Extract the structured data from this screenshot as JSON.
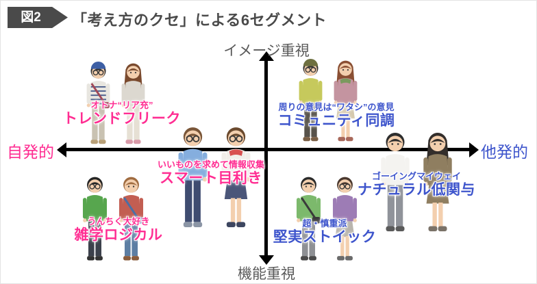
{
  "header": {
    "badge": "図2",
    "title": "「考え方のクセ」による6セグメント"
  },
  "axes": {
    "top": "イメージ重視",
    "bottom": "機能重視",
    "left": "自発的",
    "right": "他発的"
  },
  "colors": {
    "pink": "#ff2d92",
    "blue": "#3e55cc",
    "axis_text": "#595959",
    "badge_bg": "#4a4a4a",
    "axis_line": "#000000"
  },
  "segments": [
    {
      "id": "trend-freak",
      "tagline": "オトナ“リア充”",
      "name": "トレンドフリーク",
      "color": "pink",
      "people": [
        {
          "hat": "#3d5fa5",
          "hair": "#333333",
          "glasses": true,
          "top": "#e8e6e0",
          "stripes": "#4a5d8c",
          "bag": "#a04858",
          "bottom": "#c9c2b2",
          "shoes": "#b8a078"
        },
        {
          "hair": "#7a4a2e",
          "long_hair": true,
          "top": "#dcd8d0",
          "bottom": "#e6e0d4",
          "shoes": "#d89aa8"
        }
      ]
    },
    {
      "id": "community",
      "tagline": "周りの意見は“ワタシ”の意見",
      "name": "コミュニティ同調",
      "color": "blue",
      "people": [
        {
          "hat": "#6e7040",
          "hair": "#333333",
          "glasses": true,
          "top": "#c6c95c",
          "bottom": "#57524a",
          "shoes": "#7a5f45"
        },
        {
          "hair": "#8a4f33",
          "long_hair": true,
          "scarf": "#7a9a5e",
          "top": "#c494a0",
          "skirt": true,
          "bottom": "#d6c9ae",
          "shoes": "#a8685a"
        }
      ]
    },
    {
      "id": "smart",
      "tagline": "いいものを求めて情報収集",
      "name": "スマート目利き",
      "color": "pink",
      "people": [
        {
          "hair": "#7a5638",
          "glasses": true,
          "top": "#85aede",
          "bottom": "#3f4c70",
          "shoes": "#8b95a5"
        },
        {
          "hair": "#6b4a2e",
          "glasses": true,
          "scarf": "#d85050",
          "top": "#f1eee9",
          "skirt": true,
          "bottom": "#4b5679",
          "shoes": "#3d4660"
        }
      ]
    },
    {
      "id": "natural",
      "tagline": "ゴーイングマイウェイ",
      "name": "ナチュラル低関与",
      "color": "blue",
      "people": [
        {
          "hair": "#2d2d2d",
          "top": "#f4f3f0",
          "bottom": "#90939a",
          "shoes": "#5a5a5a"
        },
        {
          "hair": "#332e2b",
          "long_hair": true,
          "top": "#8f7e60",
          "skirt": true,
          "bottom": "#8f7e60",
          "shoes": "#7a7268"
        }
      ]
    },
    {
      "id": "logical",
      "tagline": "うんちく大好き",
      "name": "雑学ロジカル",
      "color": "pink",
      "people": [
        {
          "hair": "#252525",
          "glasses": true,
          "top": "#57a64e",
          "bottom": "#3c414c",
          "shoes": "#333333"
        },
        {
          "hair": "#a06c40",
          "top": "#c25e52",
          "bag": "#4a6fa5",
          "bottom": "#5d7ea3",
          "shoes": "#8a5c3c"
        }
      ]
    },
    {
      "id": "stoic",
      "tagline": "超・慎重派",
      "name": "堅実ストイック",
      "color": "blue",
      "people": [
        {
          "hair": "#2b2b2b",
          "top": "#7cb96c",
          "bag": "#3a3a3a",
          "bottom": "#8e9094",
          "shoes": "#4a4a4a"
        },
        {
          "hair": "#4a382e",
          "glasses": true,
          "top": "#9d7cb5",
          "skirt": true,
          "bottom": "#b9b5ad",
          "shoes": "#6a6a6a"
        }
      ]
    }
  ]
}
